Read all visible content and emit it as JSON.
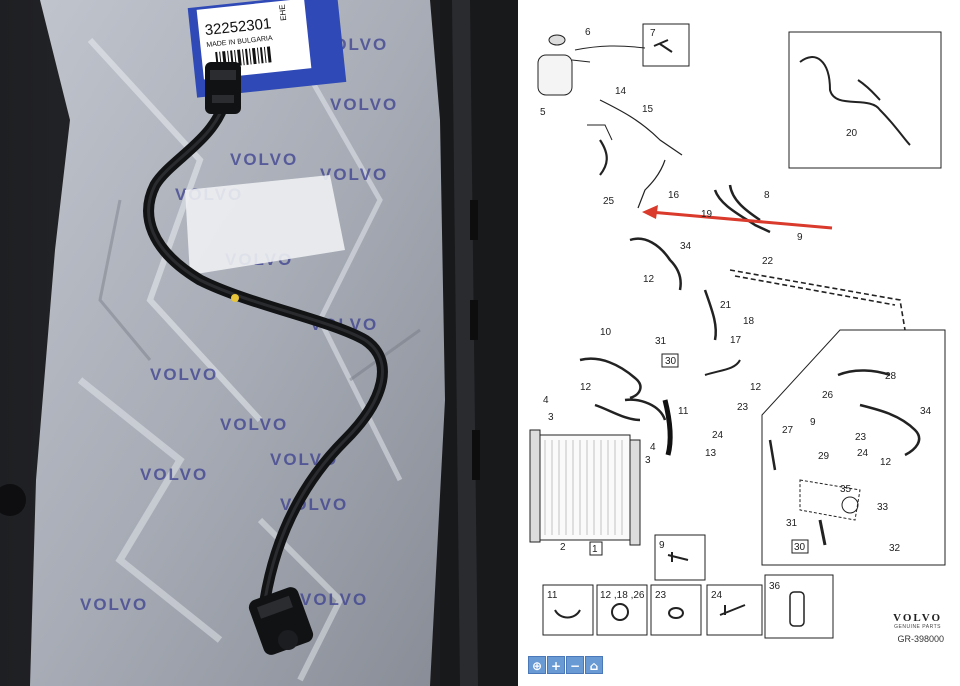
{
  "photo": {
    "label": {
      "part_number": "32252301",
      "origin": "MADE IN BULGARIA",
      "mark": "EHE"
    },
    "bag_print": "VOLVO"
  },
  "diagram": {
    "callouts": [
      "1",
      "2",
      "3",
      "4",
      "5",
      "6",
      "7",
      "8",
      "9",
      "10",
      "11",
      "12",
      "13",
      "14",
      "15",
      "16",
      "17",
      "18",
      "19",
      "20",
      "21",
      "22",
      "23",
      "24",
      "25",
      "26",
      "27",
      "28",
      "29",
      "30",
      "31",
      "32",
      "33",
      "34",
      "35"
    ],
    "inset_labels": {
      "p9": "9",
      "p11": "11",
      "p12_18_26": "12 ,18 ,26",
      "p23": "23",
      "p24": "24",
      "p36": "36"
    },
    "brand": {
      "name": "VOLVO",
      "sub": "GENUINE PARTS"
    },
    "reference": "GR-398000",
    "arrow_color": "#d93a2b"
  },
  "toolbar": {
    "buttons": [
      "⊕",
      "+",
      "−",
      "⌂"
    ]
  }
}
